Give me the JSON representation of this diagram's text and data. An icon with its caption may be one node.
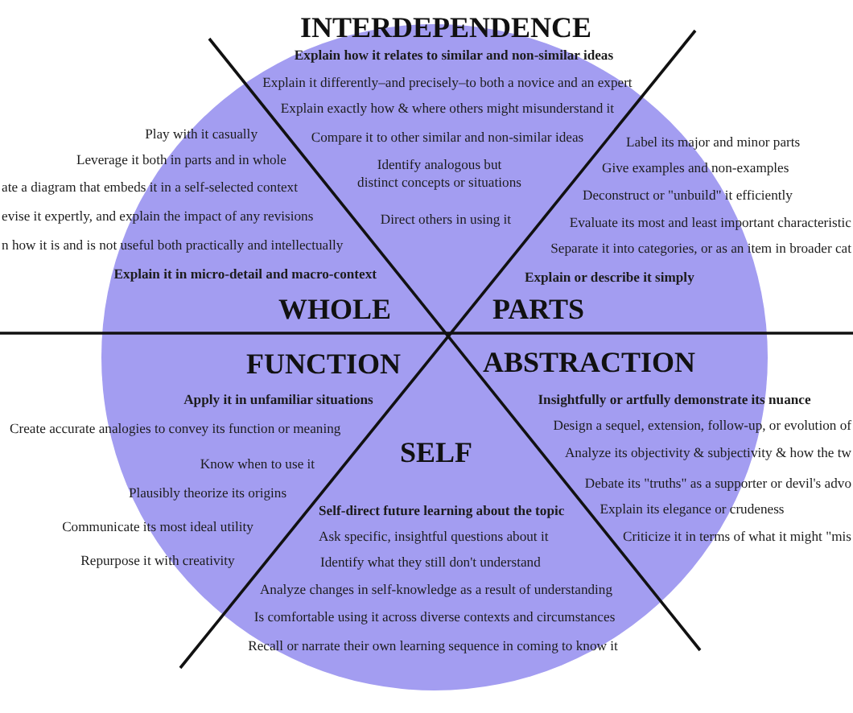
{
  "diagram": {
    "nodes": [
      {
        "text": [
          "INTERDEPENDENCE",
          "Explain how it relates to similar and non-similar ideas",
          "Explain it differently–and precisely–to both a novice and an expert",
          "Explain exactly how & where others might misunderstand it",
          "Compare it to other similar and non-similar ideas",
          "Identify analogous but distinct concepts or situations",
          "Direct others in using it"
        ]
      },
      {
        "text": [
          "Play with it casually",
          "Leverage it both in parts and in whole",
          "ate a diagram that embeds it in a self-selected context",
          "evise it expertly, and explain the impact of any revisions",
          "n how it is and is not useful both practically and intellectually",
          "Explain it in micro-detail and macro-context",
          "WHOLE"
        ]
      },
      {
        "text": [
          "Label its major and minor parts",
          "Give examples and non-examples",
          "Deconstruct or \"unbuild\" it efficiently",
          "Evaluate its most and least important characteristic",
          "Separate it into categories, or as an item in broader cat",
          "Explain or describe it simply",
          "PARTS"
        ]
      },
      {
        "text": [
          "FUNCTION",
          "Apply it in unfamiliar situations",
          "Create accurate analogies to convey its function or meaning",
          "Know when to use it",
          "Plausibly theorize its origins",
          "Communicate its most ideal utility",
          "Repurpose it with creativity"
        ]
      },
      {
        "text": [
          "ABSTRACTION",
          "Insightfully or artfully demonstrate its nuance",
          "Design a sequel, extension, follow-up, or evolution of",
          "Analyze its objectivity & subjectivity & how the tw",
          "Debate its \"truths\" as a supporter or devil's advo",
          "Explain its elegance or crudeness",
          "Criticize it in terms of what it might \"mis"
        ]
      },
      {
        "text": [
          "SELF",
          "Self-direct future learning about the topic",
          "Ask specific, insightful questions about it",
          "Identify what they still don't understand",
          "Analyze changes in self-knowledge as a result of understanding",
          "Is comfortable using it across diverse contexts and circumstances",
          "Recall or narrate their own learning sequence in coming to know it"
        ]
      }
    ],
    "edges": []
  }
}
